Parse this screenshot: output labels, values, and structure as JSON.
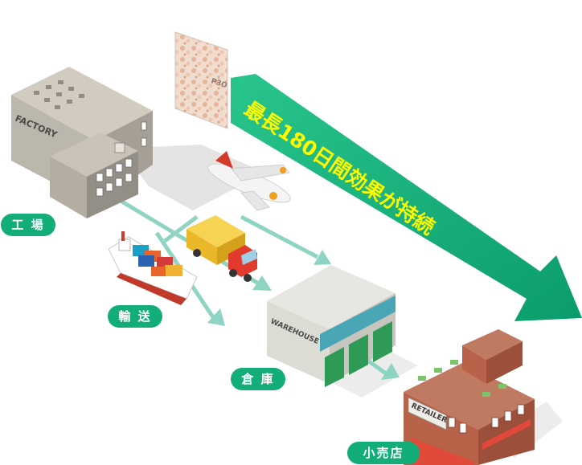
{
  "banner": {
    "text": "最長180日間効果が持続",
    "text_color": "#ffff00",
    "arrow_color": "#13ad7a"
  },
  "sheet": {
    "label": "P3O"
  },
  "buildings": {
    "factory": {
      "sign": "FACTORY",
      "caption": "工 場"
    },
    "transport": {
      "caption": "輸 送"
    },
    "warehouse": {
      "sign": "WAREHOUSE",
      "caption": "倉 庫"
    },
    "retailer": {
      "sign": "RETAILER",
      "caption": "小売店"
    }
  },
  "colors": {
    "caption_pill": "#13ad7a",
    "flow_arrow": "#8fd4c3",
    "truck_cab": "#e23b2e",
    "truck_cargo": "#f2c230",
    "warehouse_door": "#2f9a55",
    "retailer_brick": "#b9624a"
  }
}
